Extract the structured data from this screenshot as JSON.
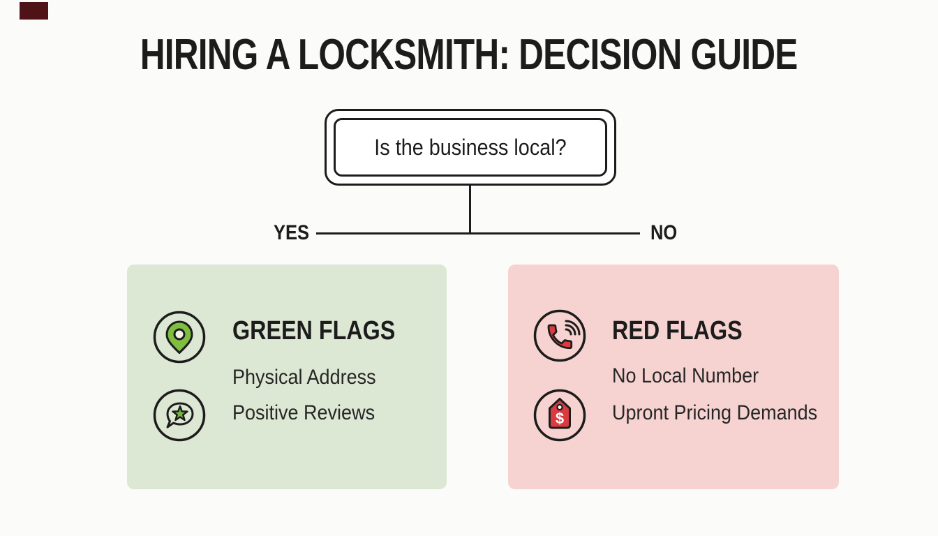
{
  "page": {
    "title": "HIRING A LOCKSMITH: DECISION GUIDE",
    "background_color": "#fbfbf9",
    "text_color": "#1c1c1c"
  },
  "decision": {
    "question": "Is the business local?",
    "yes_label": "YES",
    "no_label": "NO"
  },
  "panels": {
    "green": {
      "heading": "GREEN FLAGS",
      "colors": {
        "background": "#dde8d4",
        "accent": "#7fbe3f"
      },
      "items": [
        {
          "icon": "location-pin-icon",
          "label": "Physical Address"
        },
        {
          "icon": "review-star-bubble-icon",
          "label": "Positive Reviews"
        }
      ]
    },
    "red": {
      "heading": "RED FLAGS",
      "colors": {
        "background": "#f6d3d1",
        "accent": "#da3b41"
      },
      "items": [
        {
          "icon": "phone-call-icon",
          "label": "No Local Number"
        },
        {
          "icon": "price-tag-icon",
          "label": "Upront Pricing Demands"
        }
      ]
    }
  }
}
